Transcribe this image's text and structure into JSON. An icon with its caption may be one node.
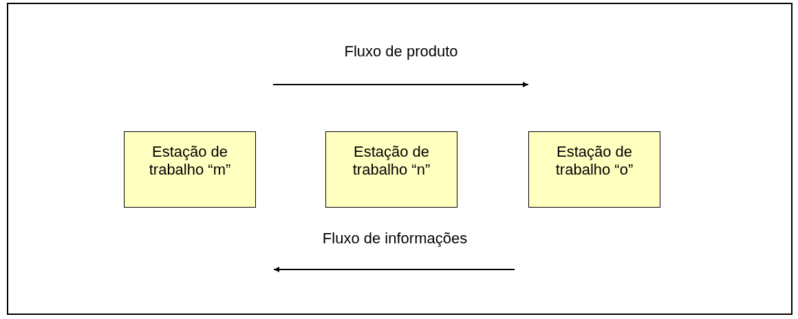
{
  "diagram": {
    "nodes": [
      {
        "text": [
          "Estação de trabalho “m”"
        ]
      },
      {
        "text": [
          "Estação de trabalho “n”"
        ]
      },
      {
        "text": [
          "Estação de trabalho “o”"
        ]
      }
    ],
    "labels": [
      "Fluxo de produto",
      "Fluxo de informações"
    ]
  }
}
